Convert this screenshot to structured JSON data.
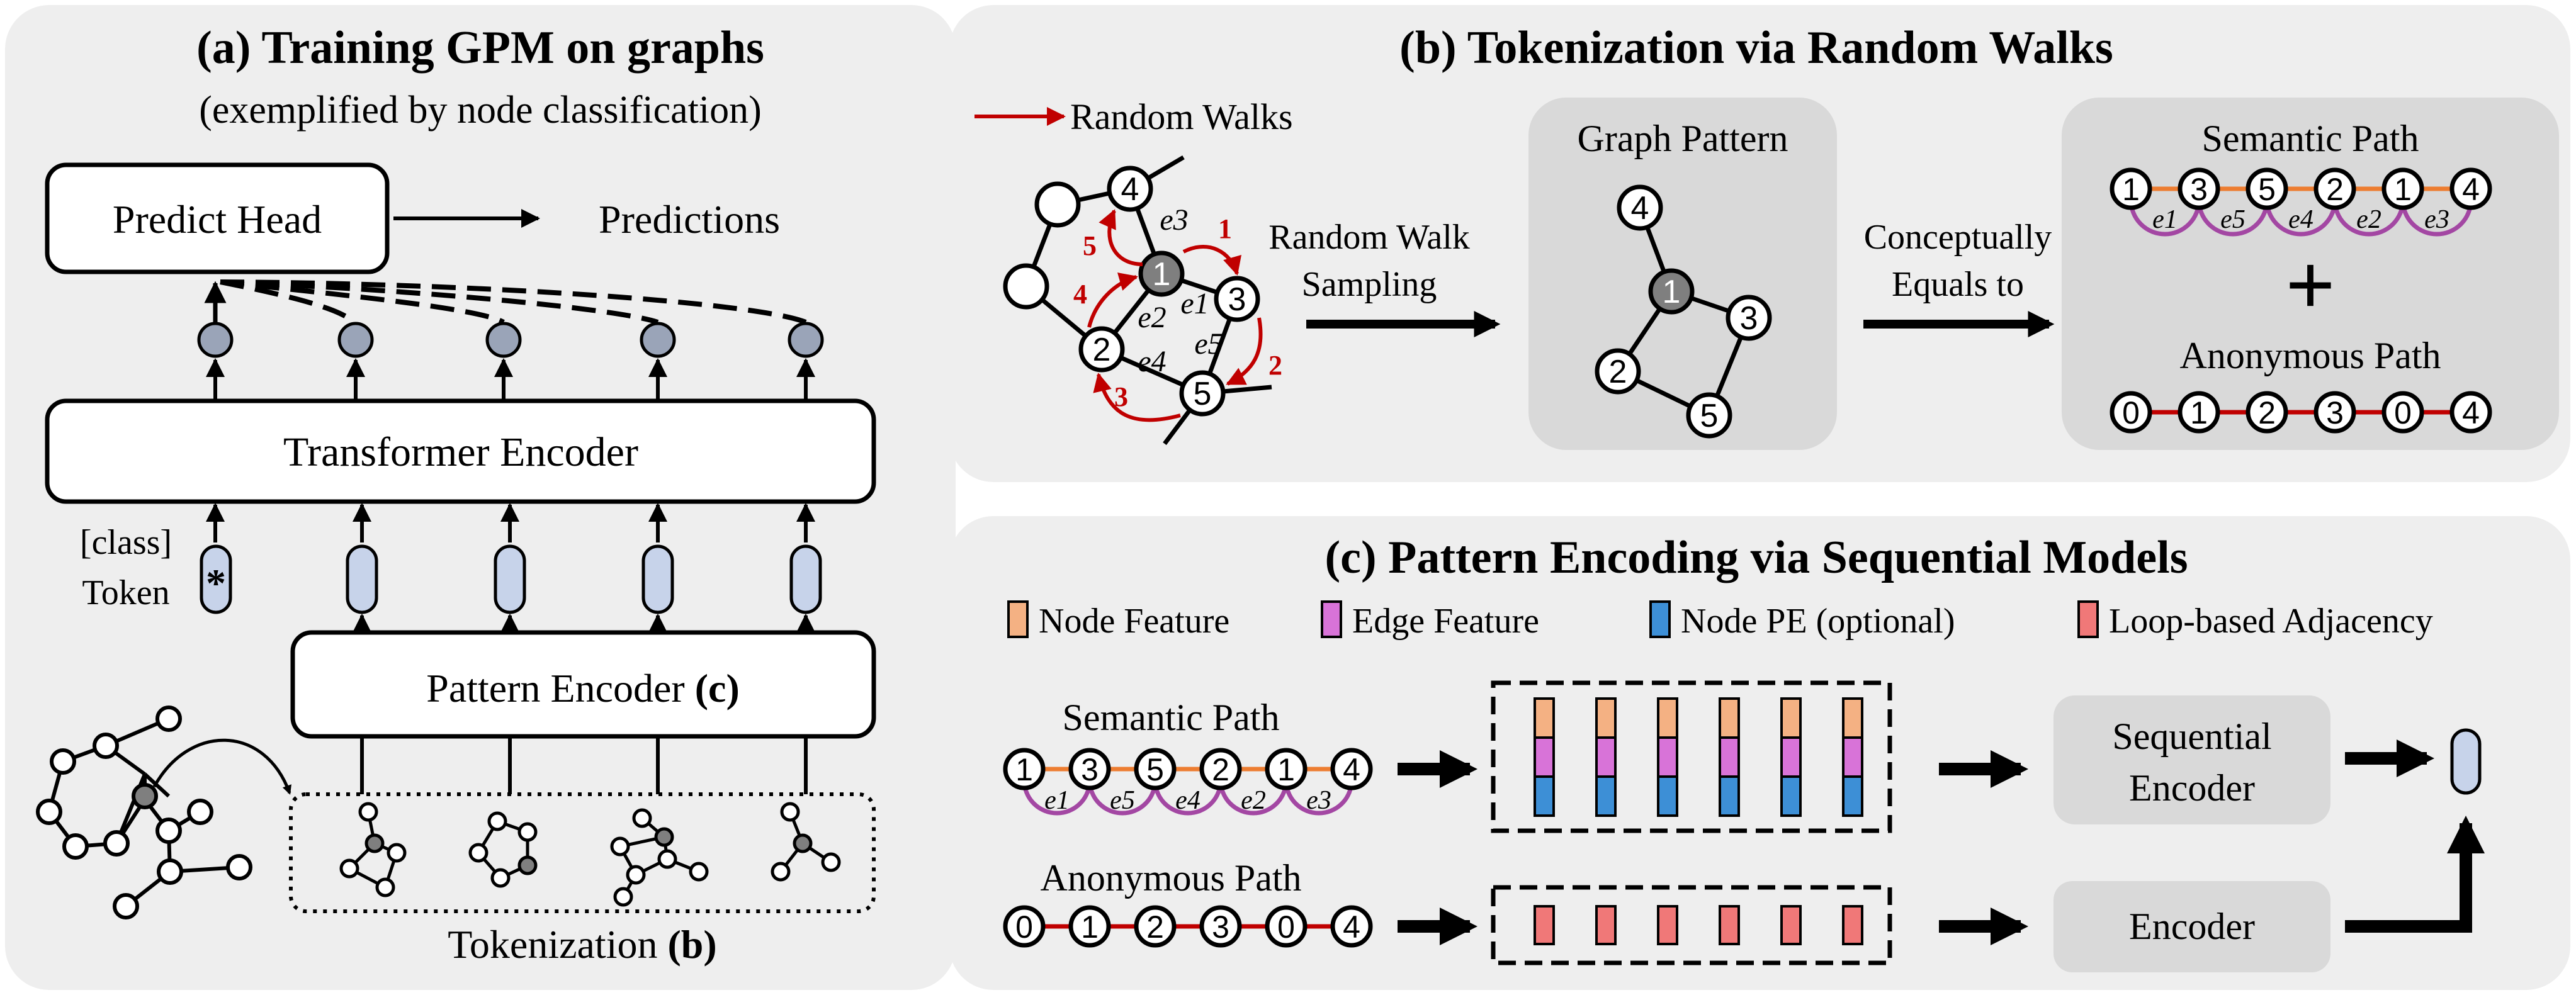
{
  "panel_a": {
    "title": "(a) Training GPM on graphs",
    "subtitle": "(exemplified by node classification)",
    "predict_head": "Predict Head",
    "predictions": "Predictions",
    "transformer": "Transformer Encoder",
    "class_token_line1": "[class]",
    "class_token_line2": "Token",
    "class_token_symbol": "*",
    "pattern_encoder": "Pattern Encoder",
    "pattern_encoder_ref": "(c)",
    "tokenization": "Tokenization",
    "tokenization_ref": "(b)"
  },
  "panel_b": {
    "title": "(b) Tokenization via Random Walks",
    "legend": "Random Walks",
    "node_labels": [
      "1",
      "2",
      "3",
      "4",
      "5"
    ],
    "edge_labels": [
      "e3",
      "e1",
      "e2",
      "e5",
      "e4"
    ],
    "walk_steps": [
      "1",
      "2",
      "3",
      "4",
      "5"
    ],
    "sampling_line1": "Random Walk",
    "sampling_line2": "Sampling",
    "graph_pattern": "Graph Pattern",
    "concept_line1": "Conceptually",
    "concept_line2": "Equals to",
    "semantic_path": "Semantic Path",
    "semantic_nodes": [
      "1",
      "3",
      "5",
      "2",
      "1",
      "4"
    ],
    "semantic_edges": [
      "e1",
      "e5",
      "e4",
      "e2",
      "e3"
    ],
    "plus": "+",
    "anonymous_path": "Anonymous Path",
    "anonymous_nodes": [
      "0",
      "1",
      "2",
      "3",
      "0",
      "4"
    ]
  },
  "panel_c": {
    "title": "(c) Pattern Encoding via Sequential Models",
    "legend": [
      {
        "label": "Node Feature",
        "color": "#f4b183"
      },
      {
        "label": "Edge Feature",
        "color": "#d873d8"
      },
      {
        "label": "Node PE (optional)",
        "color": "#3d8fd6"
      },
      {
        "label": "Loop-based Adjacency",
        "color": "#f07878"
      }
    ],
    "semantic_path": "Semantic Path",
    "anonymous_path": "Anonymous Path",
    "sequential_line1": "Sequential",
    "sequential_line2": "Encoder",
    "encoder": "Encoder"
  },
  "colors": {
    "panel_bg": "#eeeeee",
    "box_bg": "#d9d9d9",
    "token_fill": "#c7d3ea",
    "walk_red": "#c00000",
    "path_orange": "#ed7d31",
    "arc_purple": "#a347a3",
    "anon_red": "#c00000",
    "gray_node": "#7f7f7f"
  }
}
